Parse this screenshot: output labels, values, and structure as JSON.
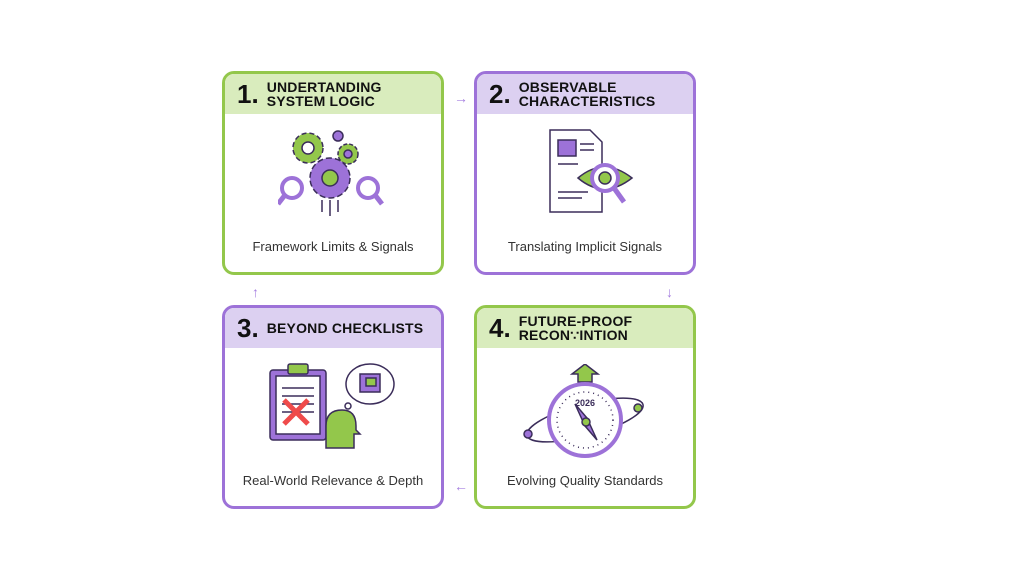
{
  "colors": {
    "green": "#93c74b",
    "purple": "#9d72d8",
    "green_header": "#d9ecbd",
    "purple_header": "#dcd0f1"
  },
  "cards": [
    {
      "number": "1.",
      "title_line1": "UNDERTANDING",
      "title_line2": "SYSTEM LOGIC",
      "subtitle": "Framework Limits & Signals",
      "icon": "gears-magnifier-icon"
    },
    {
      "number": "2.",
      "title_line1": "OBSERVABLE",
      "title_line2": "CHARACTERISTICS",
      "subtitle": "Translating Implicit Signals",
      "icon": "document-eye-icon"
    },
    {
      "number": "3.",
      "title_line1": "BEYOND CHECKLISTS",
      "title_line2": "",
      "subtitle": "Real-World Relevance & Depth",
      "icon": "clipboard-head-icon"
    },
    {
      "number": "4.",
      "title_line1": "FUTURE-PROOF",
      "title_line2": "RECON∵INTION",
      "subtitle": "Evolving Quality Standards",
      "icon": "compass-icon",
      "compass_label": "2026"
    }
  ],
  "arrows": {
    "right": "→",
    "down": "↓",
    "left": "←",
    "up": "↑"
  }
}
